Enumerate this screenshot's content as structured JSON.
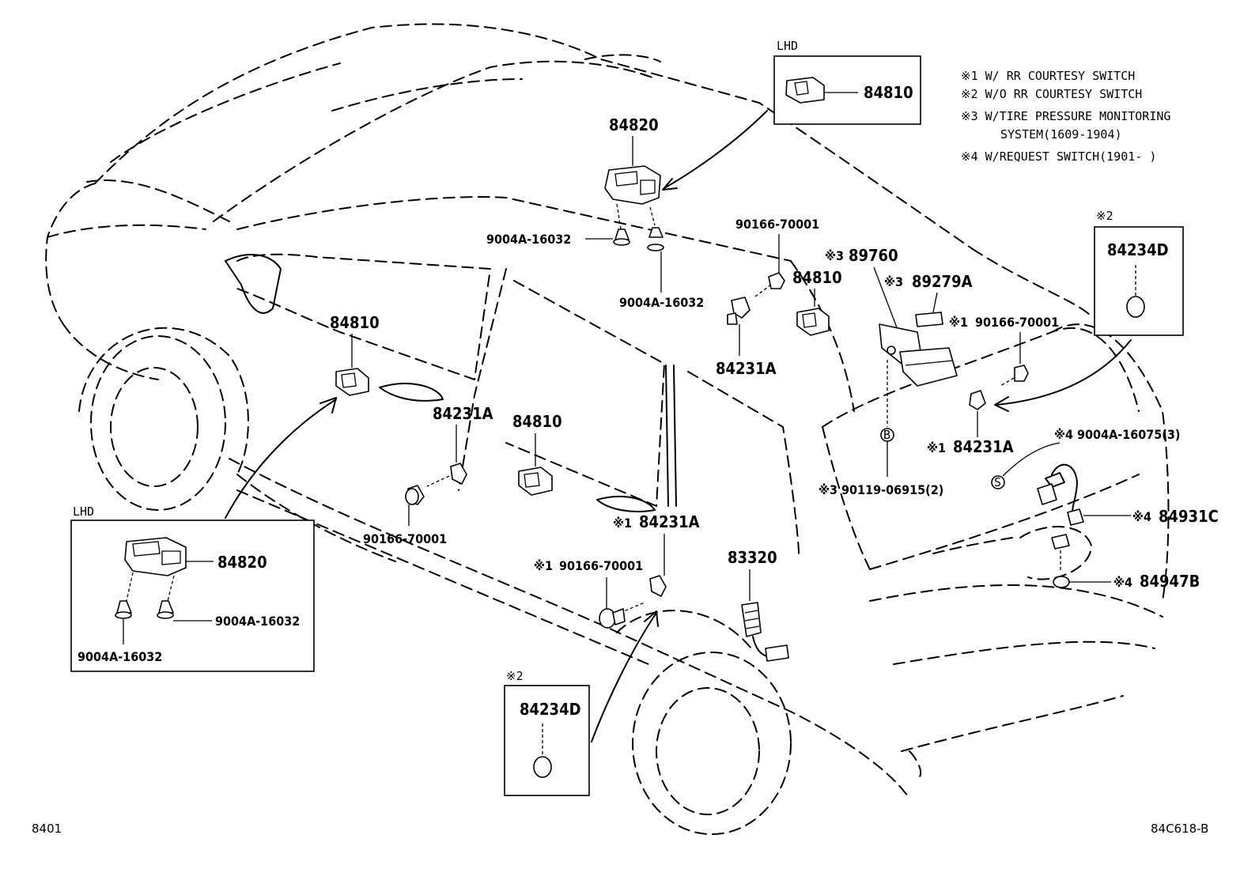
{
  "legend": {
    "n1": "※1 W/ RR COURTESY SWITCH",
    "n2": "※2 W/O RR COURTESY SWITCH",
    "n3a": "※3 W/TIRE PRESSURE MONITORING",
    "n3b": "SYSTEM(1609-1904)",
    "n4": "※4 W/REQUEST SWITCH(1901-     )"
  },
  "insets": {
    "lhd_top": "LHD",
    "lhd_left": "LHD",
    "note2_right": "※2",
    "note2_bottom": "※2"
  },
  "parts": {
    "p84810_inset": "84810",
    "p84820_top": "84820",
    "p9004a_a": "9004A-16032",
    "p9004a_b": "9004A-16032",
    "p90166_a": "90166-70001",
    "p84810_b": "84810",
    "p84231a_a": "84231A",
    "p89760_pref": "※3",
    "p89760": "89760",
    "p89279a_pref": "※3",
    "p89279a": "89279A",
    "p90166_b_pref": "※1",
    "p90166_b": "90166-70001",
    "p84231a_b_pref": "※1",
    "p84231a_b": "84231A",
    "p90119": "※3 90119-06915(2)",
    "p84810_left": "84810",
    "p84231a_mid": "84231A",
    "p84810_mid": "84810",
    "p90166_c": "90166-70001",
    "p84231a_d_pref": "※1",
    "p84231a_d": "84231A",
    "p90166_d_pref": "※1",
    "p90166_d": "90166-70001",
    "p83320": "83320",
    "p84234d_right": "84234D",
    "p84234d_bottom": "84234D",
    "p84820_left": "84820",
    "p9004a_c": "9004A-16032",
    "p9004a_d": "9004A-16032",
    "p9004a_e": "※4 9004A-16075(3)",
    "p84931c_pref": "※4",
    "p84931c": "84931C",
    "p84947b_pref": "※4",
    "p84947b": "84947B",
    "marker_b": "B",
    "marker_s": "S"
  },
  "footer": {
    "left": "8401",
    "right": "84C618-B"
  }
}
